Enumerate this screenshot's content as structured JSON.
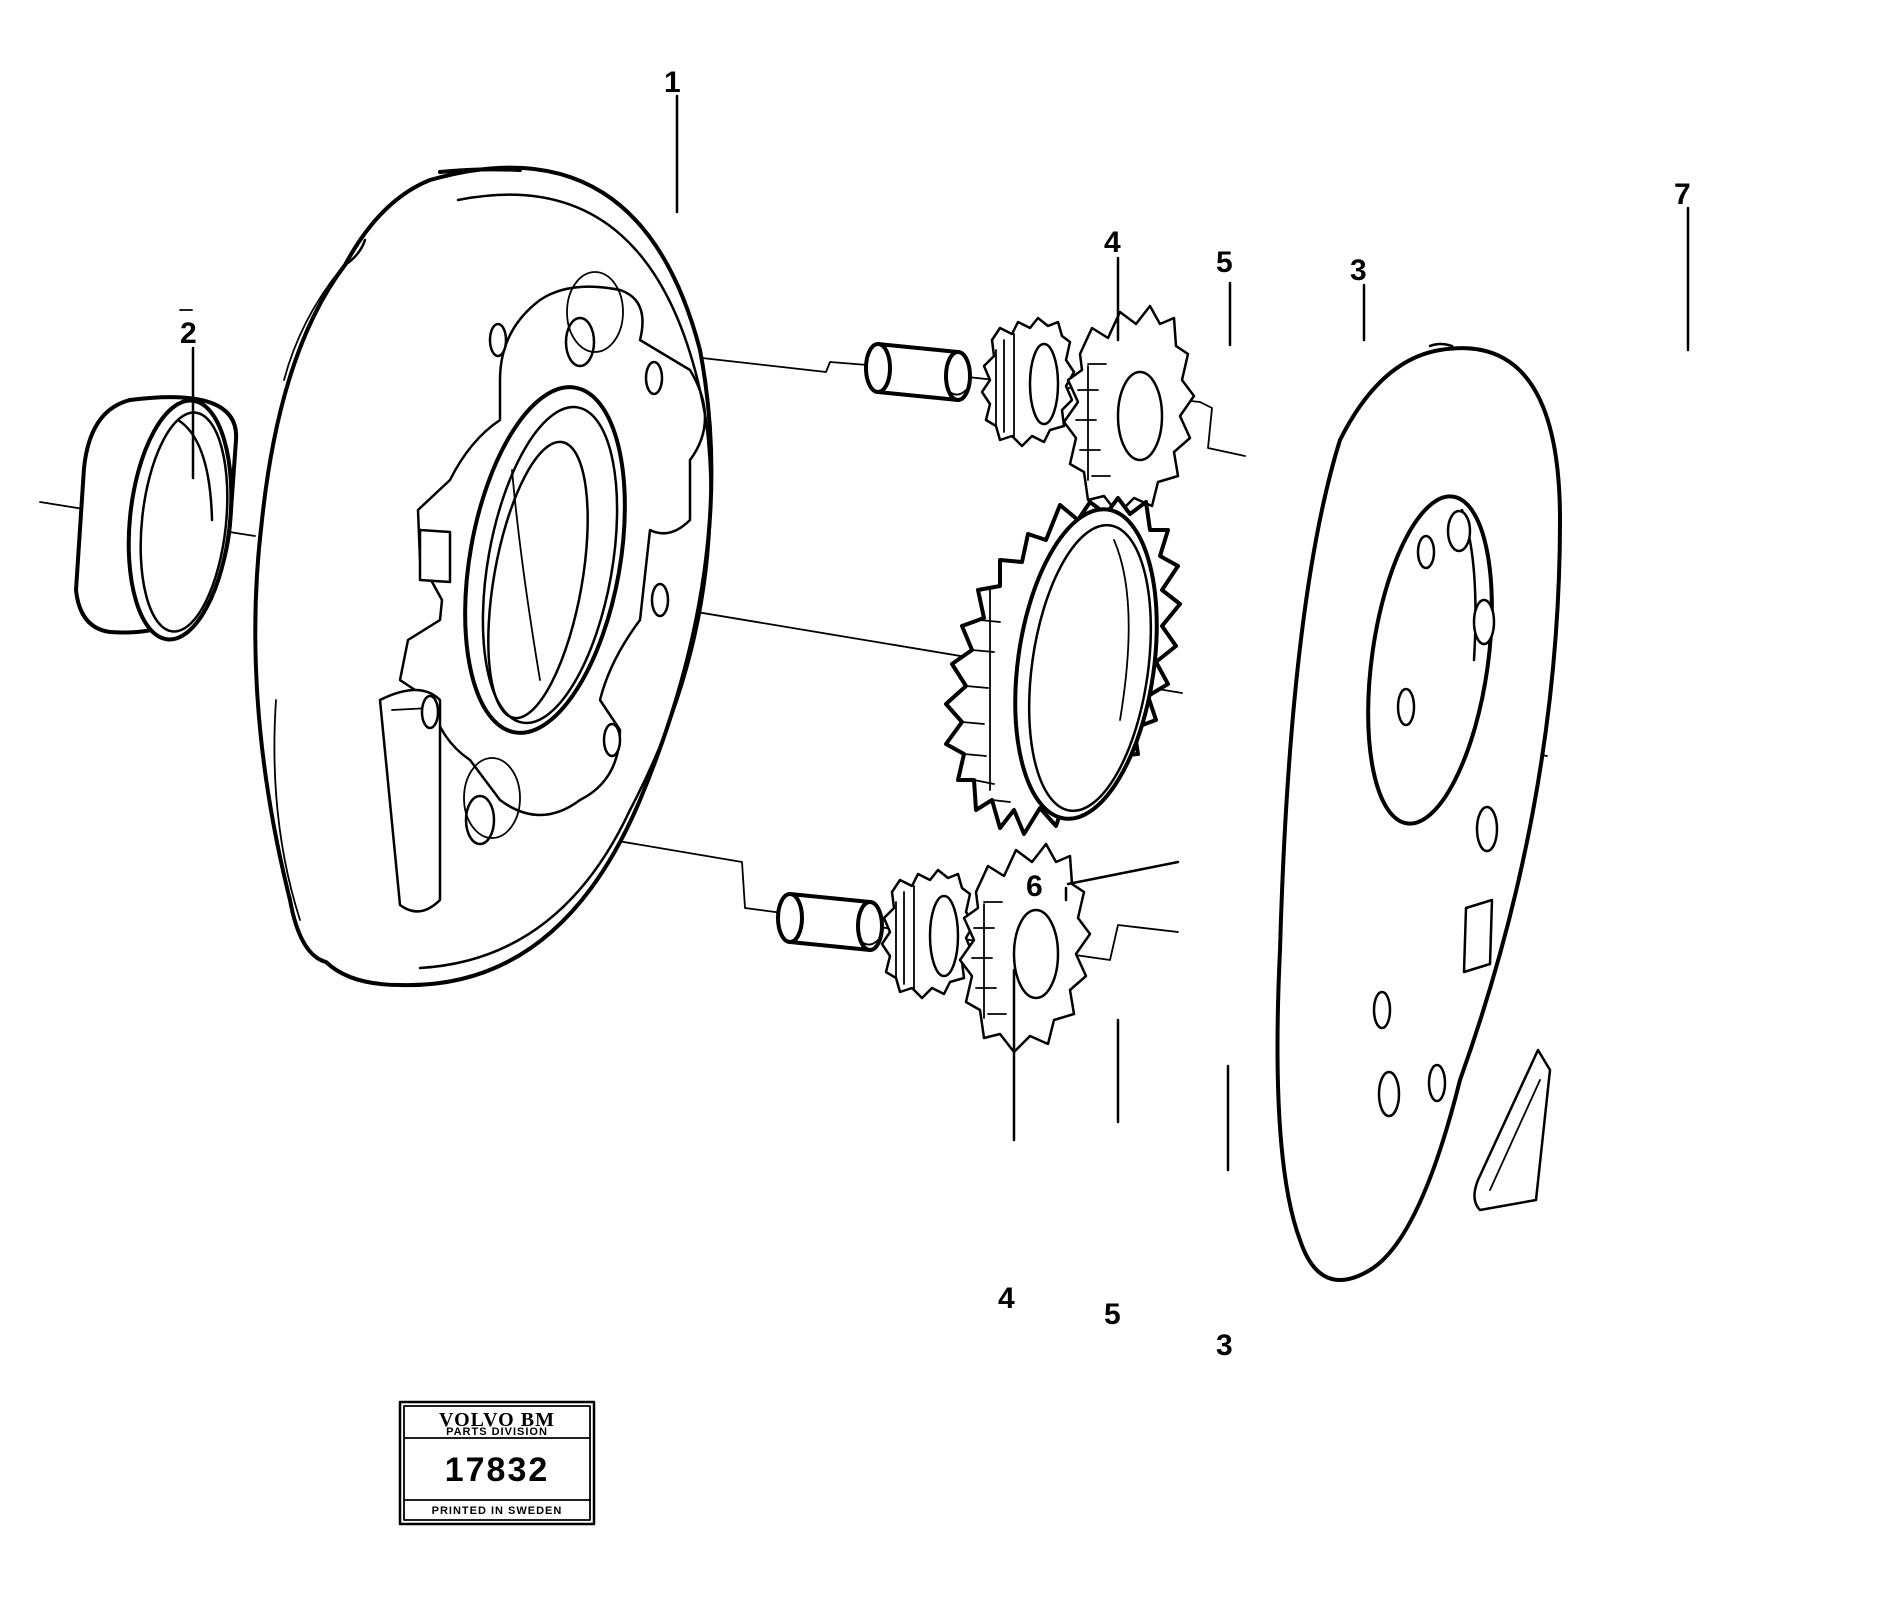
{
  "labels": {
    "housing": "1",
    "ring": "2",
    "gear_upper": "3",
    "gear_lower": "3",
    "bushing_upper": "4",
    "bushing_lower": "4",
    "pinion_upper": "5",
    "pinion_lower": "5",
    "ring_gear": "6",
    "plate": "7"
  },
  "stamp": {
    "brand": "VOLVO BM",
    "division": "PARTS DIVISION",
    "number": "17832",
    "footer": "PRINTED IN SWEDEN"
  }
}
